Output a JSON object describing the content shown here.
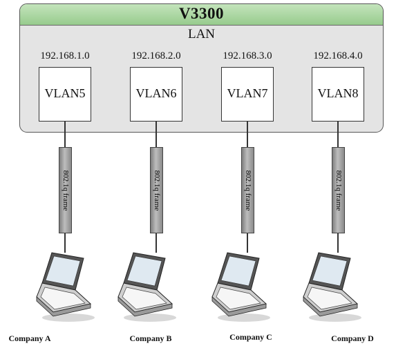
{
  "device": {
    "title": "V3300",
    "section": "LAN"
  },
  "vlans": [
    {
      "network": "192.168.1.0",
      "name": "VLAN5",
      "frame": "802.1q frame",
      "company": "Company A"
    },
    {
      "network": "192.168.2.0",
      "name": "VLAN6",
      "frame": "802.1q frame",
      "company": "Company B"
    },
    {
      "network": "192.168.3.0",
      "name": "VLAN7",
      "frame": "802.1q frame",
      "company": "Company C"
    },
    {
      "network": "192.168.4.0",
      "name": "VLAN8",
      "frame": "802.1q frame",
      "company": "Company D"
    }
  ],
  "icons": {
    "client": "laptop-icon"
  },
  "colors": {
    "header": "#97cb8d",
    "panel": "#e4e4e4",
    "frame": "#9a9a9a"
  }
}
